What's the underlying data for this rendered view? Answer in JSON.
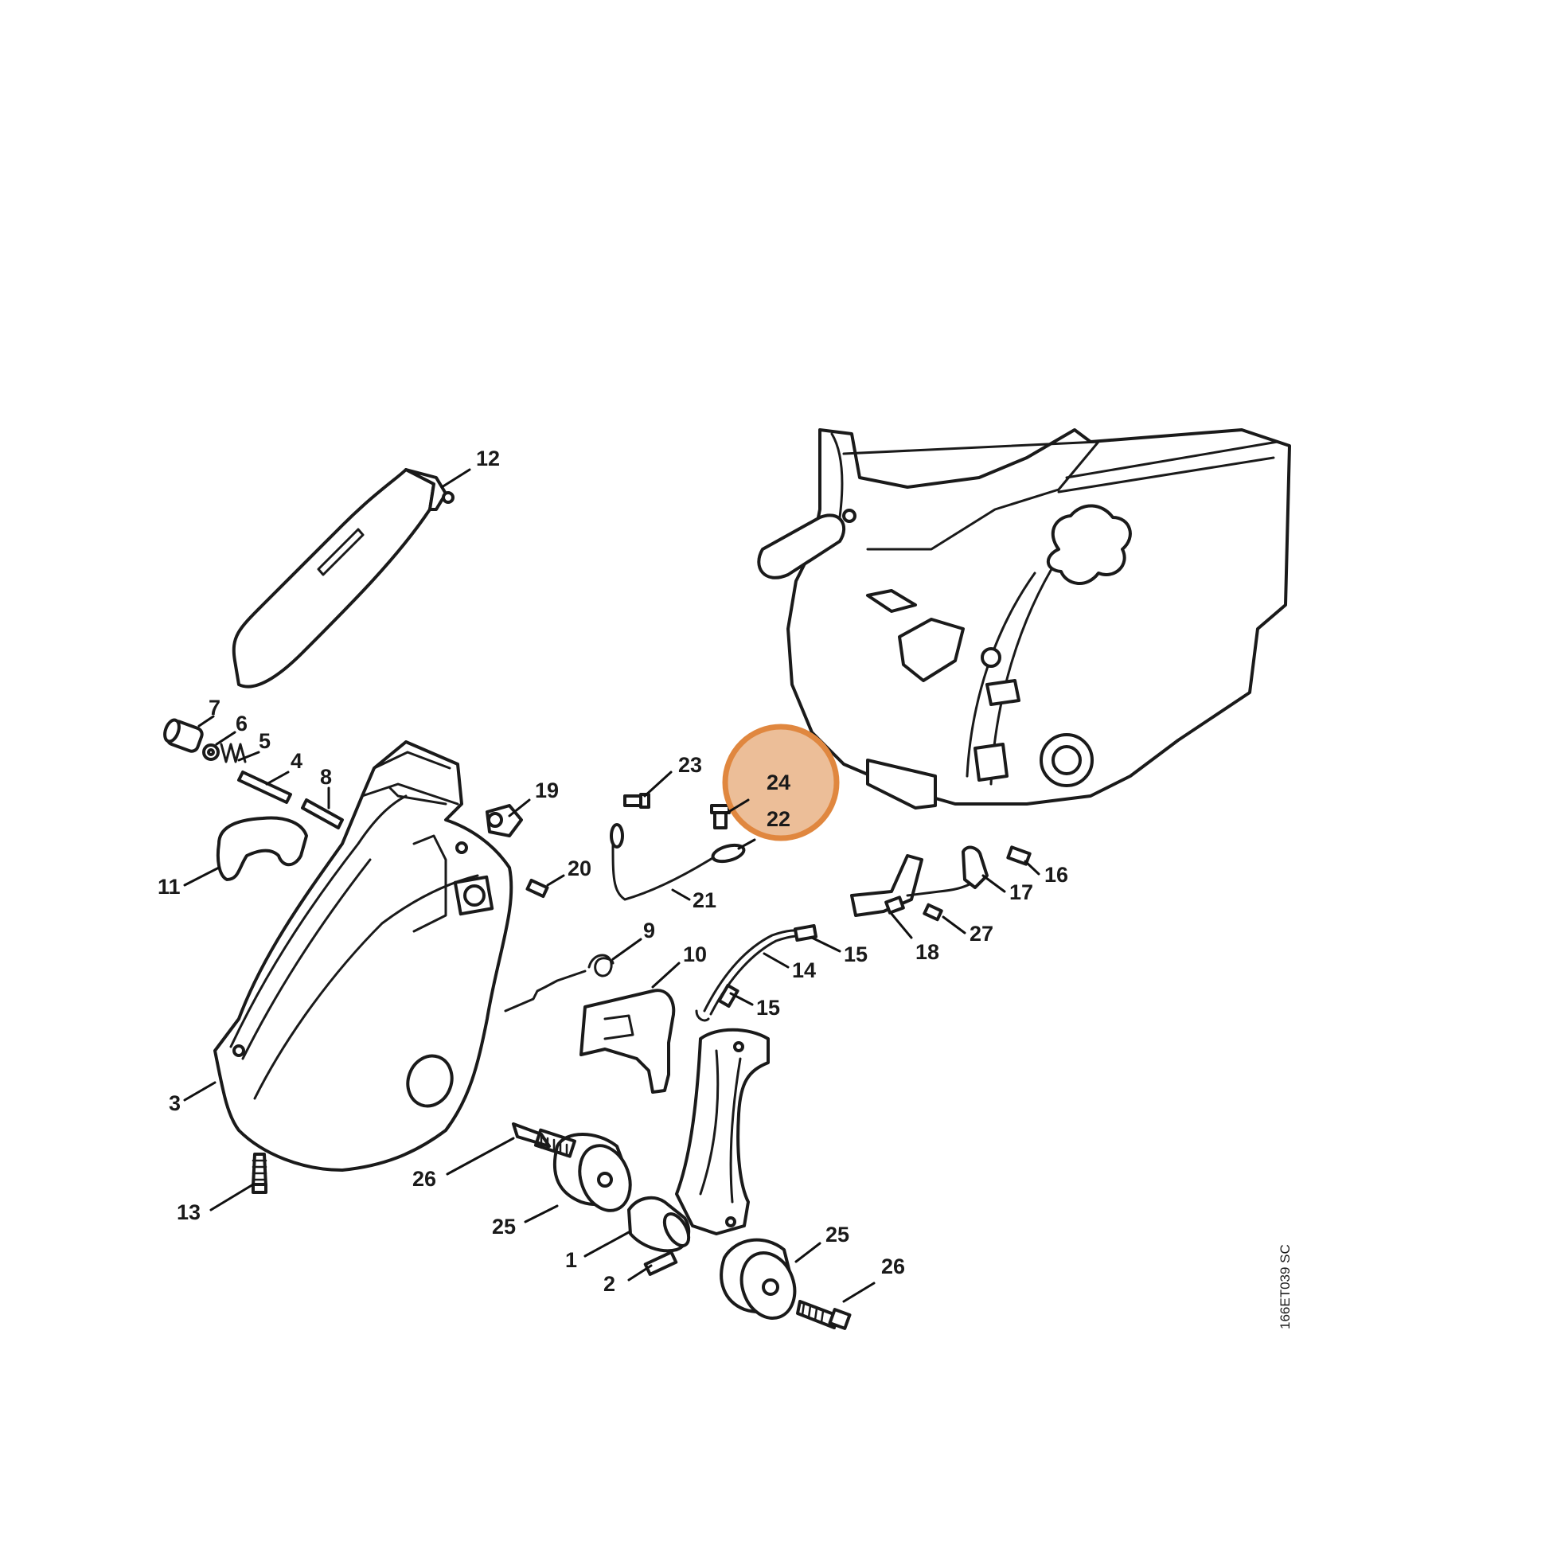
{
  "diagram": {
    "reference_code": "166ET039 SC",
    "highlight_color": "#e0873f",
    "highlight_fill": "#e9b386",
    "callouts": [
      {
        "id": "c12",
        "label": "12"
      },
      {
        "id": "c7",
        "label": "7"
      },
      {
        "id": "c6",
        "label": "6"
      },
      {
        "id": "c5",
        "label": "5"
      },
      {
        "id": "c4",
        "label": "4"
      },
      {
        "id": "c8",
        "label": "8"
      },
      {
        "id": "c19",
        "label": "19"
      },
      {
        "id": "c23",
        "label": "23"
      },
      {
        "id": "c24",
        "label": "24"
      },
      {
        "id": "c22",
        "label": "22"
      },
      {
        "id": "c11",
        "label": "11"
      },
      {
        "id": "c20",
        "label": "20"
      },
      {
        "id": "c21",
        "label": "21"
      },
      {
        "id": "c16",
        "label": "16"
      },
      {
        "id": "c17",
        "label": "17"
      },
      {
        "id": "c27",
        "label": "27"
      },
      {
        "id": "c18",
        "label": "18"
      },
      {
        "id": "c15a",
        "label": "15"
      },
      {
        "id": "c14",
        "label": "14"
      },
      {
        "id": "c15b",
        "label": "15"
      },
      {
        "id": "c9",
        "label": "9"
      },
      {
        "id": "c10",
        "label": "10"
      },
      {
        "id": "c3",
        "label": "3"
      },
      {
        "id": "c26a",
        "label": "26"
      },
      {
        "id": "c13",
        "label": "13"
      },
      {
        "id": "c25a",
        "label": "25"
      },
      {
        "id": "c1",
        "label": "1"
      },
      {
        "id": "c2",
        "label": "2"
      },
      {
        "id": "c25b",
        "label": "25"
      },
      {
        "id": "c26b",
        "label": "26"
      }
    ]
  }
}
